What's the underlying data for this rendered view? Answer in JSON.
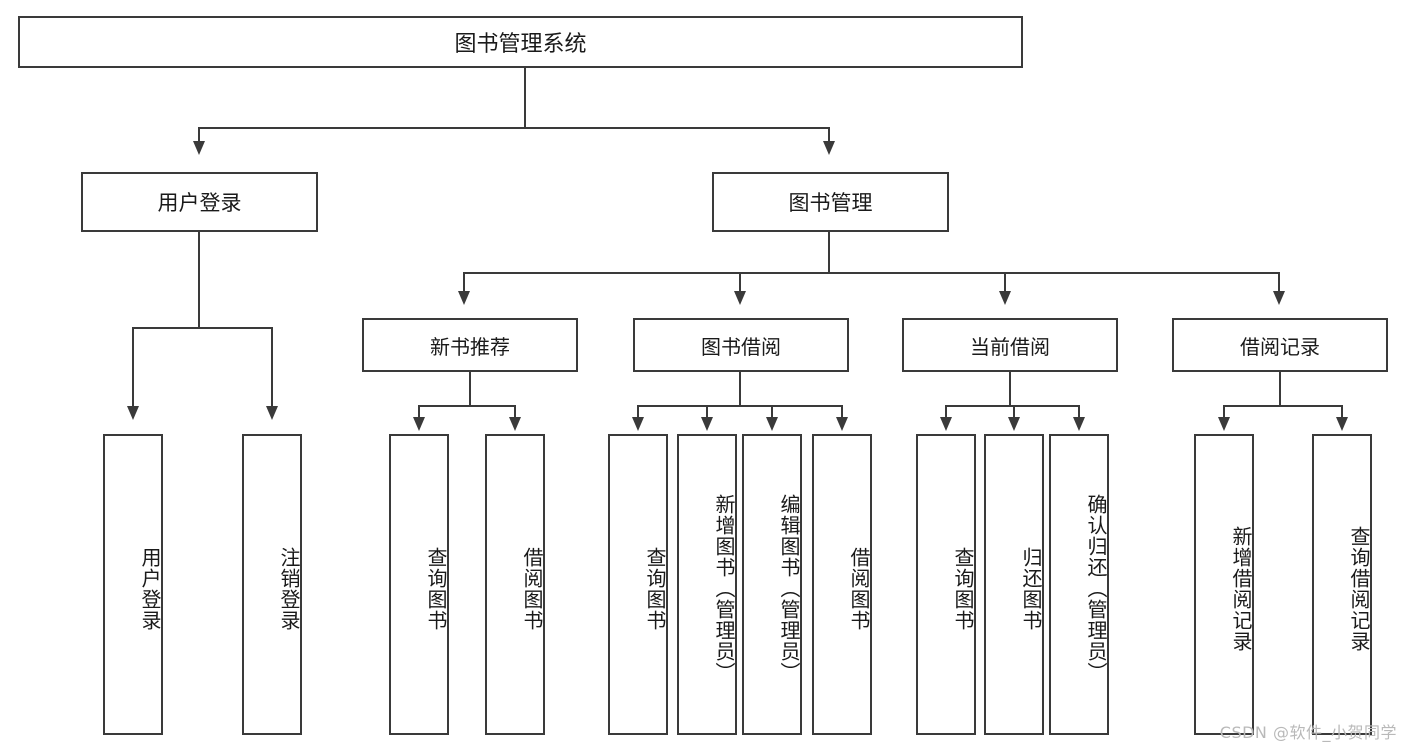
{
  "diagram": {
    "type": "tree-hierarchy",
    "title": "图书管理系统",
    "root": {
      "label": "图书管理系统"
    },
    "level1": [
      {
        "label": "用户登录"
      },
      {
        "label": "图书管理"
      }
    ],
    "level2": [
      {
        "label": "新书推荐"
      },
      {
        "label": "图书借阅"
      },
      {
        "label": "当前借阅"
      },
      {
        "label": "借阅记录"
      }
    ],
    "leaves": {
      "user_login": [
        {
          "label": "用户登录"
        },
        {
          "label": "注销登录"
        }
      ],
      "new_book_recommend": [
        {
          "label": "查询图书"
        },
        {
          "label": "借阅图书"
        }
      ],
      "book_borrow": [
        {
          "label": "查询图书"
        },
        {
          "label": "新增图书（管理员）"
        },
        {
          "label": "编辑图书（管理员）"
        },
        {
          "label": "借阅图书"
        }
      ],
      "current_borrow": [
        {
          "label": "查询图书"
        },
        {
          "label": "归还图书"
        },
        {
          "label": "确认归还（管理员）"
        }
      ],
      "borrow_record": [
        {
          "label": "新增借阅记录"
        },
        {
          "label": "查询借阅记录"
        }
      ]
    }
  },
  "watermark": {
    "text": "CSDN @软件_小贺同学"
  },
  "colors": {
    "border": "#3a3a3a",
    "background": "#ffffff",
    "text": "#1a1a1a",
    "watermark": "#b9b9b9"
  }
}
